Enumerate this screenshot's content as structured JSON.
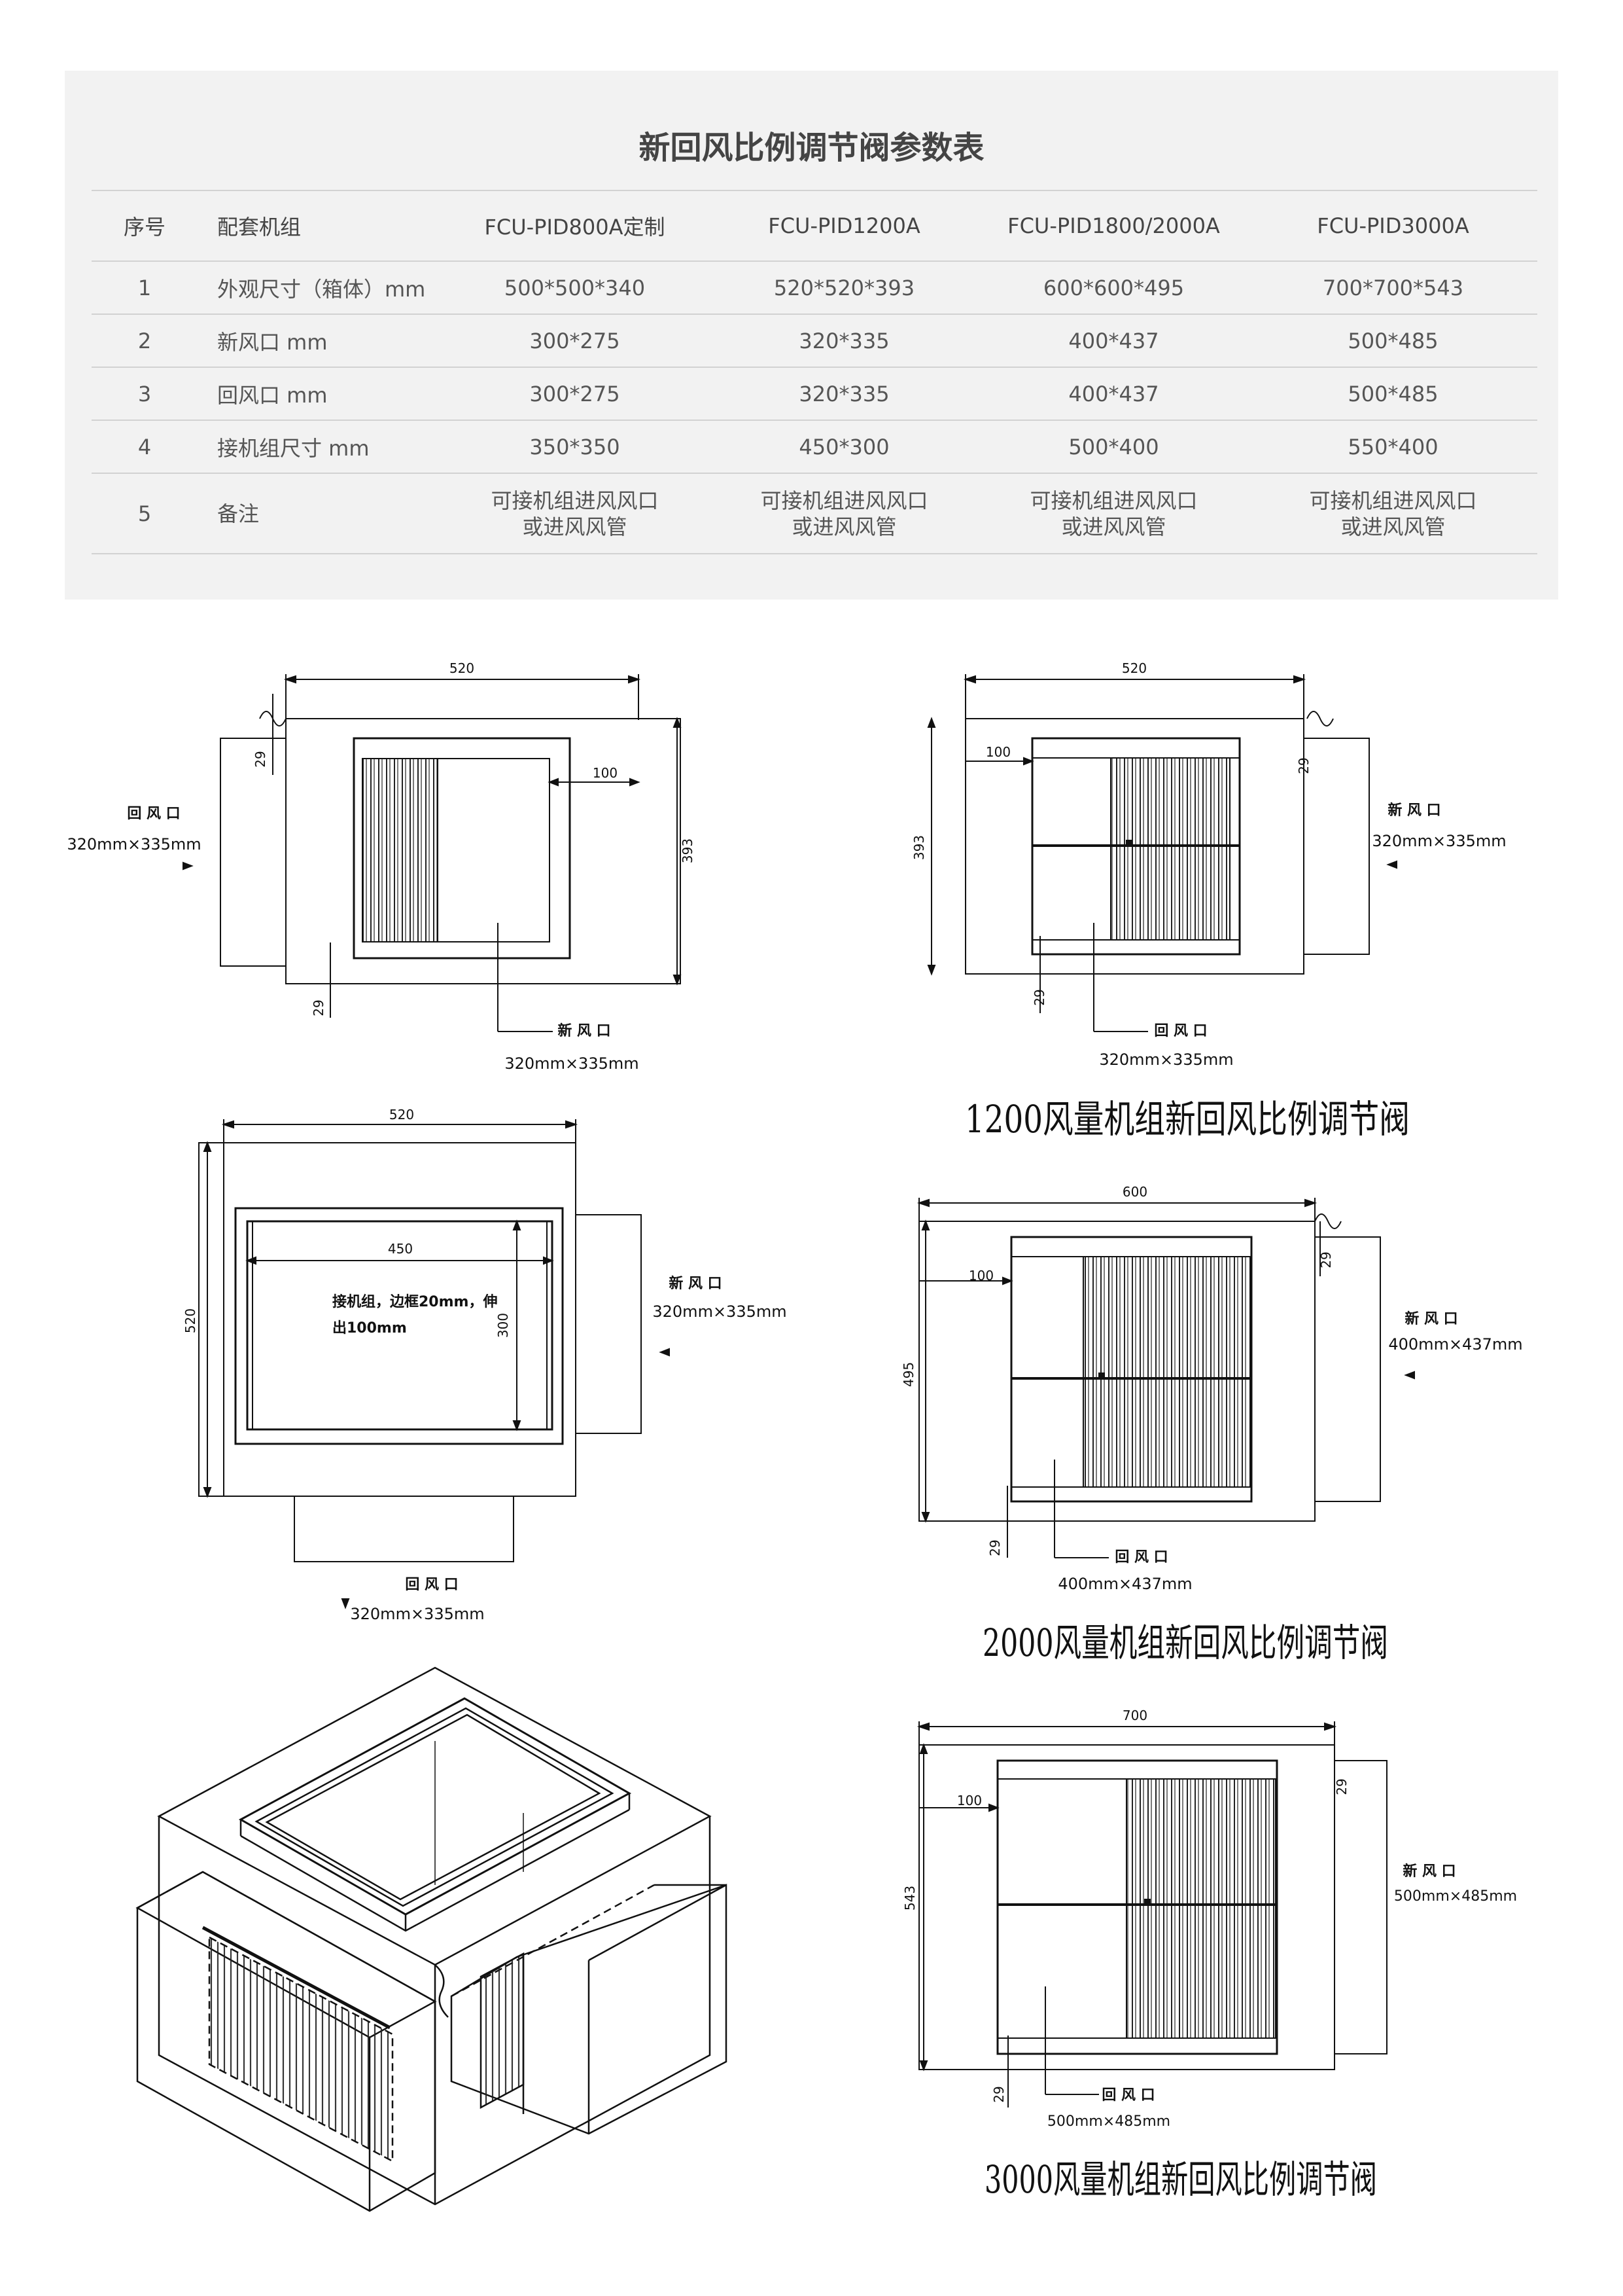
{
  "table": {
    "title": "新回风比例调节阀参数表",
    "headers": [
      "序号",
      "配套机组",
      "FCU-PID800A定制",
      "FCU-PID1200A",
      "FCU-PID1800/2000A",
      "FCU-PID3000A"
    ],
    "rows": [
      {
        "no": "1",
        "item": "外观尺寸（箱体）mm",
        "c1": "500*500*340",
        "c2": "520*520*393",
        "c3": "600*600*495",
        "c4": "700*700*543"
      },
      {
        "no": "2",
        "item": "新风口 mm",
        "c1": "300*275",
        "c2": "320*335",
        "c3": "400*437",
        "c4": "500*485"
      },
      {
        "no": "3",
        "item": "回风口 mm",
        "c1": "300*275",
        "c2": "320*335",
        "c3": "400*437",
        "c4": "500*485"
      },
      {
        "no": "4",
        "item": "接机组尺寸 mm",
        "c1": "350*350",
        "c2": "450*300",
        "c3": "500*400",
        "c4": "550*400"
      },
      {
        "no": "5",
        "item": "备注",
        "c1a": "可接机组进风风口",
        "c1b": "或进风风管",
        "c2a": "可接机组进风风口",
        "c2b": "或进风风管",
        "c3a": "可接机组进风风口",
        "c3b": "或进风风管",
        "c4a": "可接机组进风风口",
        "c4b": "或进风风管"
      }
    ]
  },
  "drawings": {
    "d1": {
      "w": "520",
      "h": "393",
      "side": "100",
      "gap": "29",
      "gap2": "29",
      "ret_label": "回 风 口",
      "ret_size": "320mm×335mm",
      "fresh_label": "新 风 口",
      "fresh_size": "320mm×335mm"
    },
    "d2": {
      "w": "520",
      "h": "393",
      "side": "100",
      "gap": "29",
      "gap2": "29",
      "fresh_label": "新 风 口",
      "fresh_size": "320mm×335mm",
      "ret_label": "回 风 口",
      "ret_size": "320mm×335mm",
      "caption": "1200风量机组新回风比例调节阀"
    },
    "d3": {
      "w": "520",
      "h": "520",
      "inner_w": "450",
      "inner_h": "300",
      "note1": "接机组，边框20mm，伸",
      "note2": "出100mm",
      "fresh_label": "新 风 口",
      "fresh_size": "320mm×335mm",
      "ret_label": "回 风 口",
      "ret_size": "320mm×335mm"
    },
    "d4": {
      "w": "600",
      "h": "495",
      "side": "100",
      "gap": "29",
      "gap2": "29",
      "fresh_label": "新 风 口",
      "fresh_size": "400mm×437mm",
      "ret_label": "回 风 口",
      "ret_size": "400mm×437mm",
      "caption": "2000风量机组新回风比例调节阀"
    },
    "d6": {
      "w": "700",
      "h": "543",
      "side": "100",
      "gap": "29",
      "gap2": "29",
      "fresh_label": "新 风 口",
      "fresh_size": "500mm×485mm",
      "ret_label": "回 风 口",
      "ret_size": "500mm×485mm",
      "caption": "3000风量机组新回风比例调节阀"
    }
  }
}
